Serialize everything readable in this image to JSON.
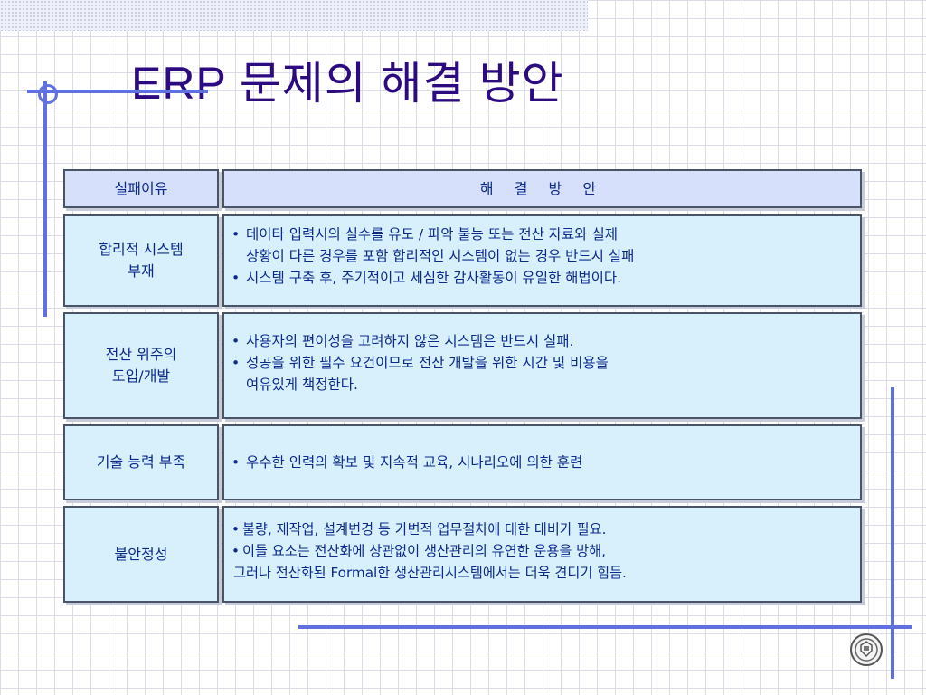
{
  "slide": {
    "title": "ERP 문제의 해결 방안"
  },
  "table": {
    "header": {
      "reason": "실패이유",
      "solution": "해 결 방 안"
    },
    "rows": [
      {
        "reason_lines": [
          "합리적 시스템",
          "부재"
        ],
        "solutions": [
          [
            "데이타 입력시의 실수를 유도 / 파악 불능 또는 전산 자료와 실제",
            "상황이 다른 경우를 포함 합리적인 시스템이 없는 경우 반드시 실패"
          ],
          [
            "시스템 구축 후, 주기적이고 세심한 감사활동이 유일한 해법이다."
          ]
        ]
      },
      {
        "reason_lines": [
          "전산 위주의",
          "도입/개발"
        ],
        "solutions": [
          [
            "사용자의 편이성을 고려하지 않은 시스템은 반드시 실패."
          ],
          [
            "성공을 위한 필수 요건이므로 전산 개발을 위한 시간 및 비용을",
            "여유있게 책정한다."
          ]
        ]
      },
      {
        "reason_lines": [
          "기술 능력 부족"
        ],
        "solutions": [
          [
            "우수한 인력의 확보 및 지속적 교육, 시나리오에 의한 훈련"
          ]
        ]
      },
      {
        "reason_lines": [
          "불안정성"
        ],
        "solutions": [
          [
            "불량, 재작업, 설계변경 등 가변적 업무절차에 대한 대비가 필요."
          ],
          [
            "이들 요소는 전산화에 상관없이 생산관리의 유연한 운용을  방해,",
            "그러나 전산화된 Formal한 생산관리시스템에서는 더욱 견디기 힘듬."
          ]
        ]
      }
    ]
  },
  "decor": {
    "accent_color": "#6070e0",
    "title_color": "#2c0a80",
    "text_color": "#0a2a8c",
    "cell_fill": "#d8f0fc",
    "header_fill": "#d6e0fa"
  }
}
